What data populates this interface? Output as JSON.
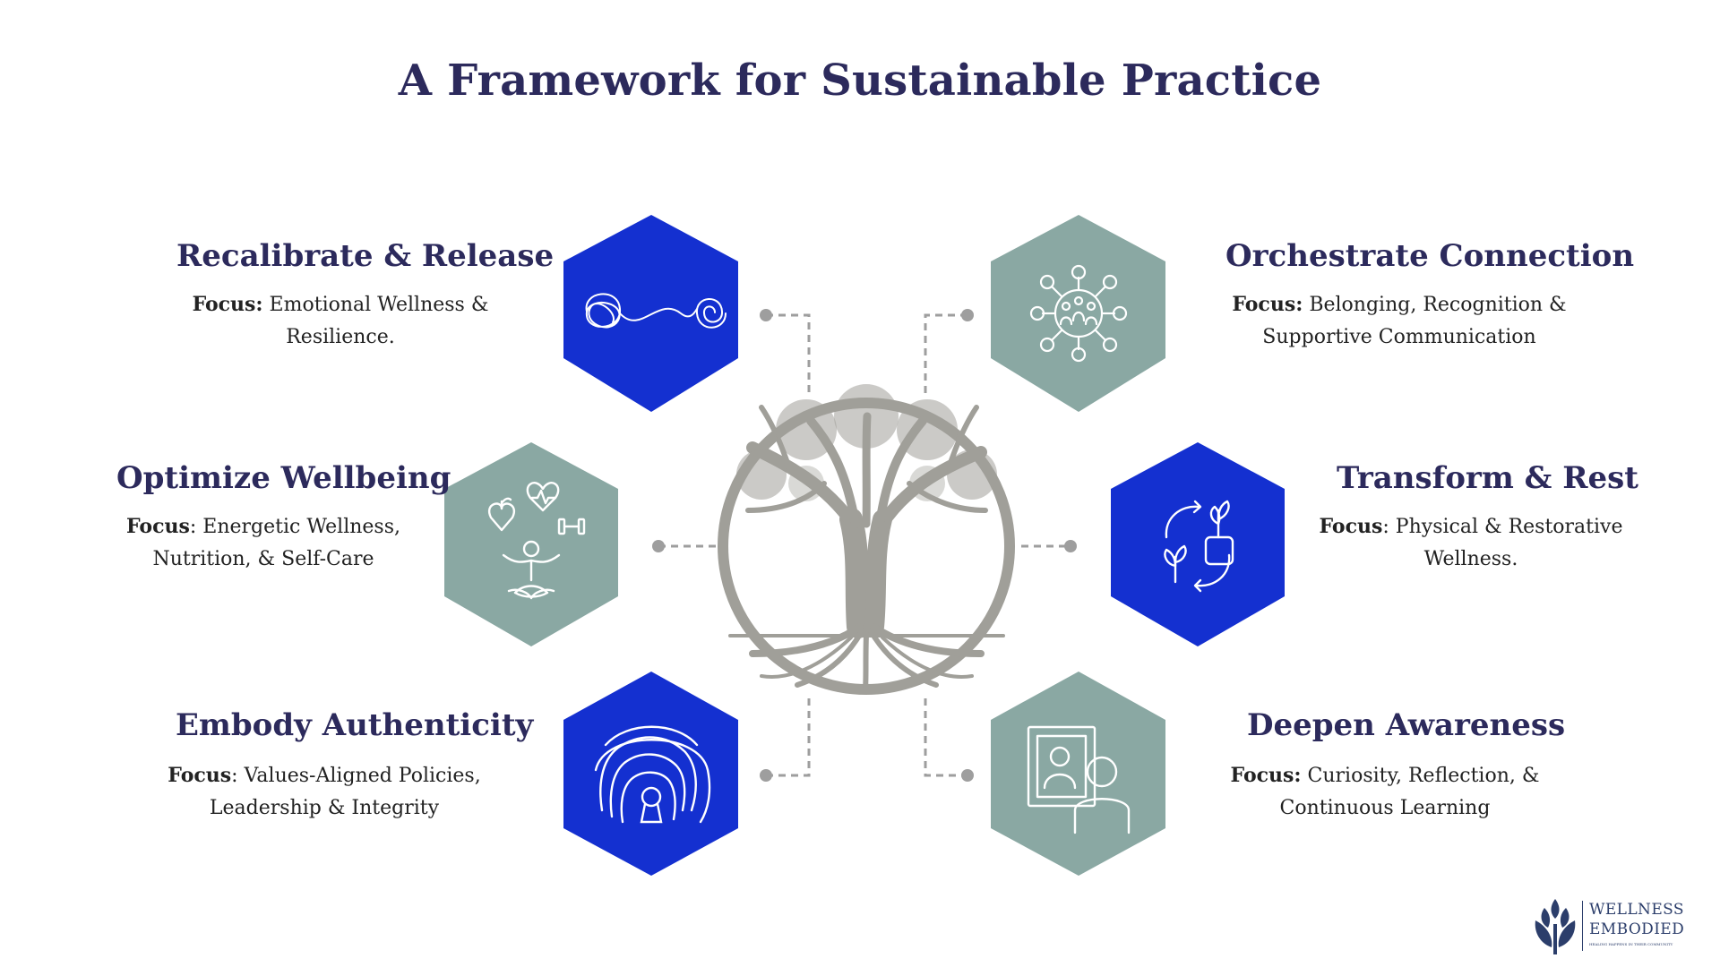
{
  "title": "A Framework for Sustainable Practice",
  "colors": {
    "title": "#2c2a5c",
    "blue_hex": "#1430d0",
    "sage_hex": "#8aa8a3",
    "tree": "#a09f99",
    "connector": "#9e9e9e"
  },
  "items": [
    {
      "id": "recalibrate",
      "title": "Recalibrate & Release",
      "focus_label": "Focus:",
      "focus_line1": " Emotional Wellness &",
      "focus_line2": "Resilience.",
      "icon": "tangle-spiral-icon",
      "hex_color": "blue"
    },
    {
      "id": "optimize",
      "title": "Optimize Wellbeing",
      "focus_label": "Focus",
      "focus_line1": ": Energetic Wellness,",
      "focus_line2": "Nutrition, & Self-Care",
      "icon": "wellbeing-yoga-icon",
      "hex_color": "sage"
    },
    {
      "id": "embody",
      "title": "Embody Authenticity",
      "focus_label": "Focus",
      "focus_line1": ": Values-Aligned Policies,",
      "focus_line2": "Leadership & Integrity",
      "icon": "fingerprint-lock-icon",
      "hex_color": "blue"
    },
    {
      "id": "orchestrate",
      "title": "Orchestrate Connection",
      "focus_label": "Focus:",
      "focus_line1": " Belonging, Recognition &",
      "focus_line2": "Supportive Communication",
      "icon": "network-people-icon",
      "hex_color": "sage"
    },
    {
      "id": "transform",
      "title": "Transform & Rest",
      "focus_label": "Focus",
      "focus_line1": ": Physical & Restorative",
      "focus_line2": "Wellness.",
      "icon": "plant-cycle-icon",
      "hex_color": "blue"
    },
    {
      "id": "deepen",
      "title": "Deepen Awareness",
      "focus_label": "Focus:",
      "focus_line1": " Curiosity, Reflection, &",
      "focus_line2": "Continuous Learning",
      "icon": "reflection-person-icon",
      "hex_color": "sage"
    }
  ],
  "logo": {
    "line1": "WELLNESS",
    "line2": "EMBODIED",
    "tagline": "HEALING HAPPENS IN THEIR COMMUNITY",
    "icon": "leaf-wheat-icon"
  }
}
